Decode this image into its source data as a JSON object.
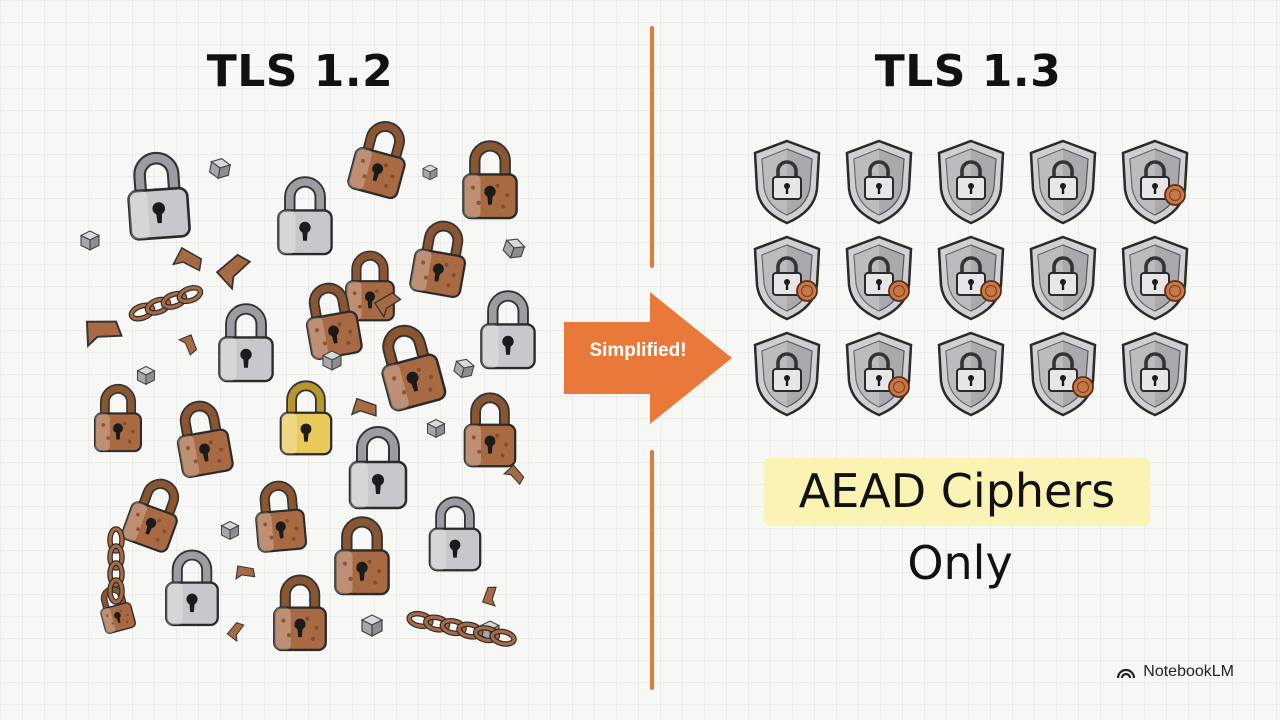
{
  "left_panel": {
    "title": "TLS 1.2"
  },
  "right_panel": {
    "title": "TLS 1.3",
    "caption_line1": "AEAD Ciphers",
    "caption_line2": "Only",
    "highlight_color": "#fbf3b4"
  },
  "transition": {
    "label": "Simplified!",
    "arrow_color": "#e8793a",
    "divider_color": "#e07b39"
  },
  "watermark": {
    "text": "NotebookLM",
    "icon": "notebooklm-logo-icon"
  },
  "palette": {
    "rusty": "#a86a43",
    "rusty_dark": "#7a4526",
    "steel": "#c8c8cc",
    "steel_dark": "#6e6e74",
    "gold": "#e8c95a",
    "gold_dark": "#9a7a1e",
    "copper_coin": "#c87845"
  }
}
